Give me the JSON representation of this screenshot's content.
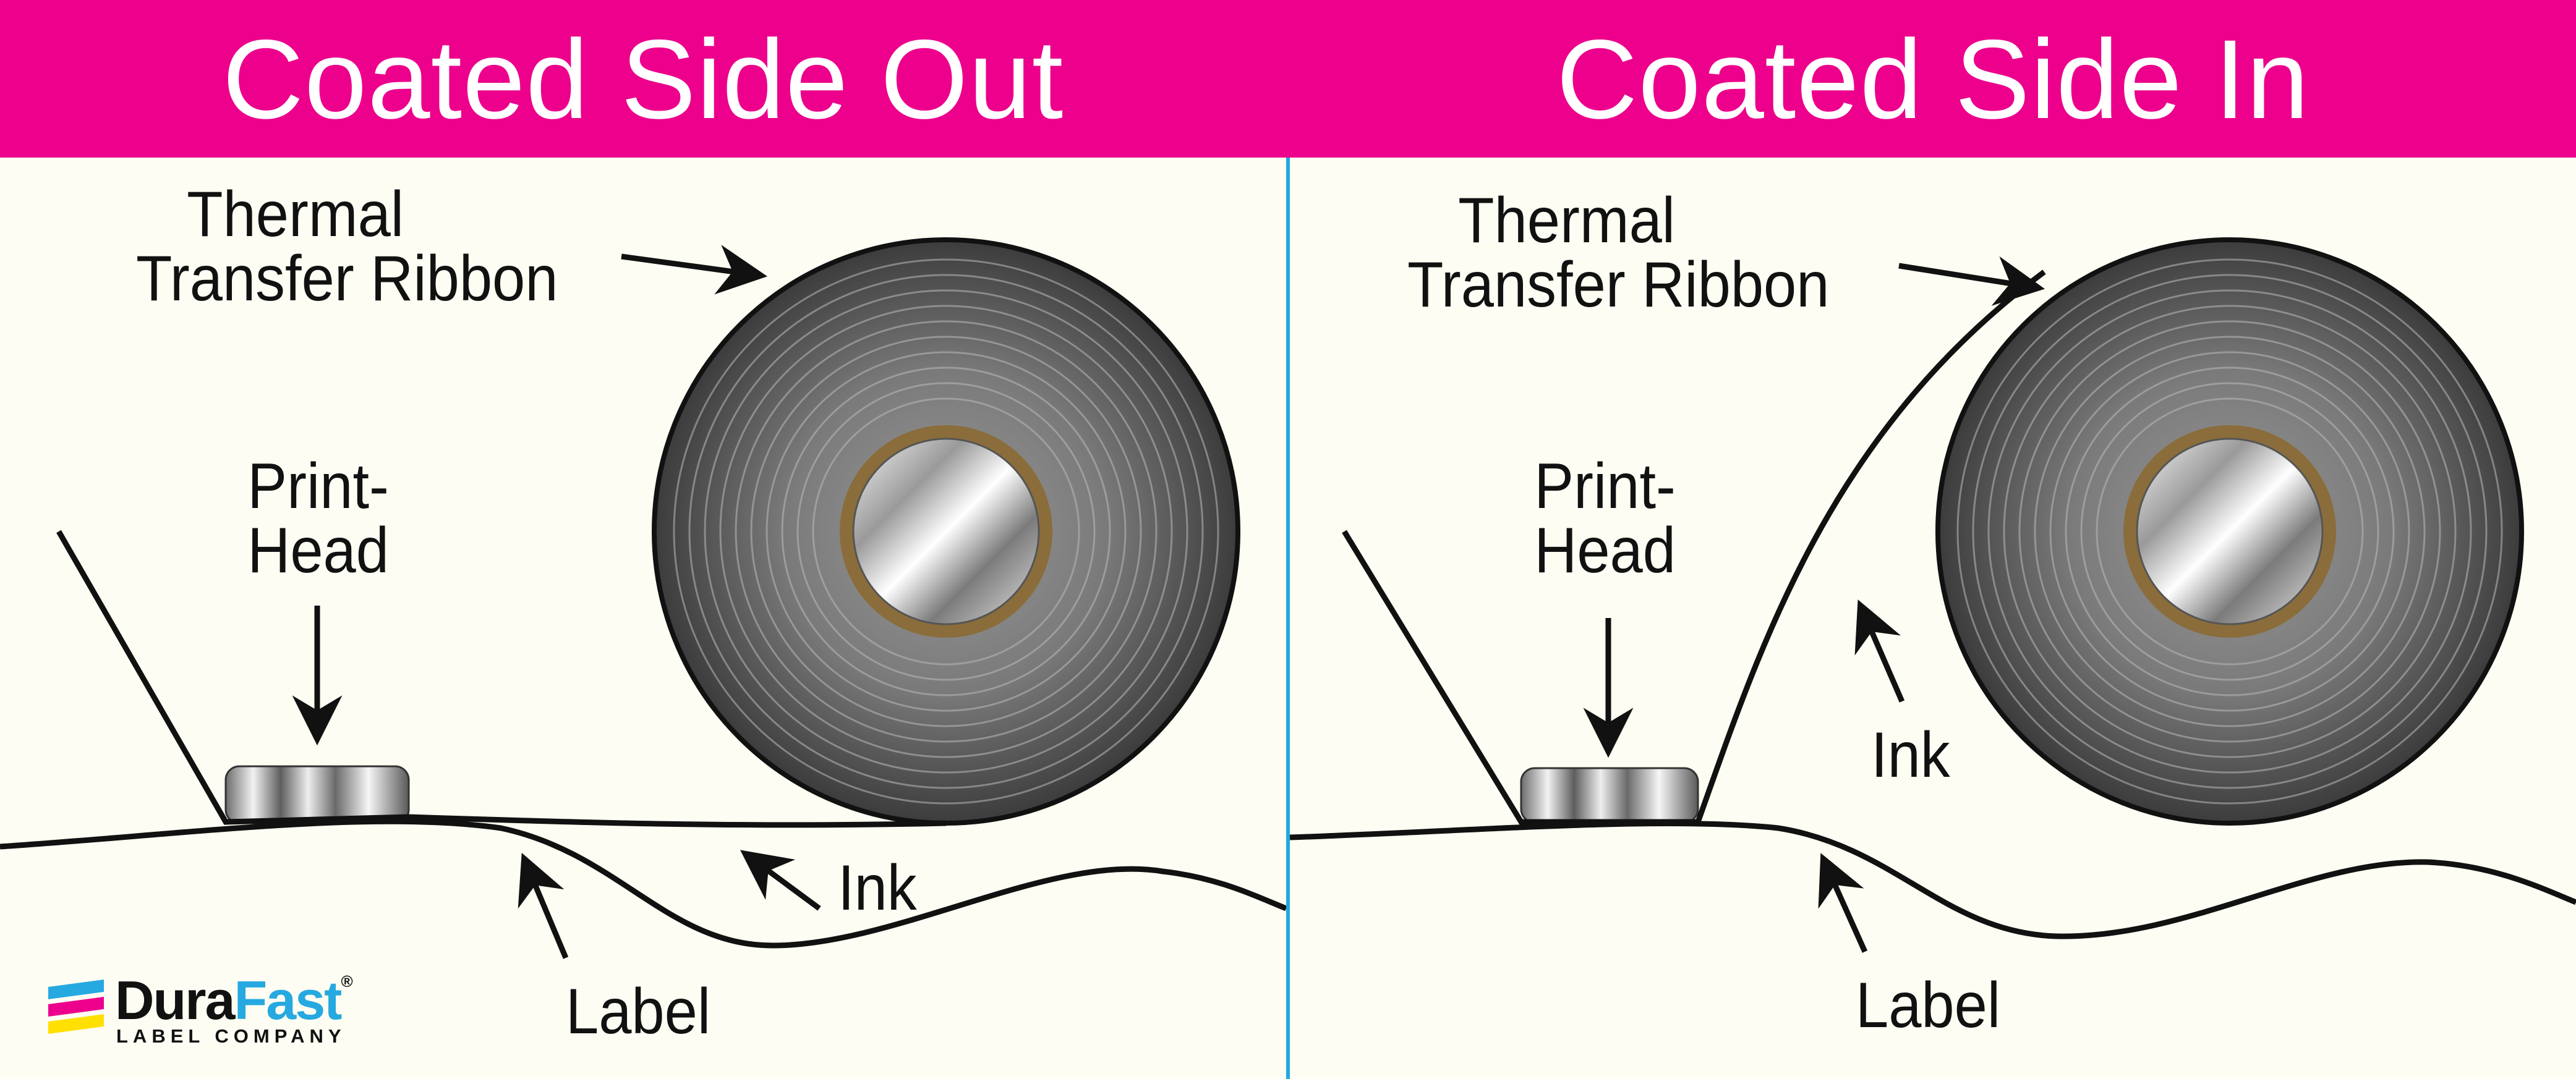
{
  "colors": {
    "banner": "#ec008c",
    "divider": "#22a7e0",
    "background": "#fdfdf3",
    "core_ring": "#8a6d3b"
  },
  "panels": [
    {
      "title": "Coated Side Out",
      "labels": {
        "ribbon_line1": "Thermal",
        "ribbon_line2": "Transfer Ribbon",
        "printhead_line1": "Print-",
        "printhead_line2": "Head",
        "ink": "Ink",
        "label": "Label"
      }
    },
    {
      "title": "Coated Side In",
      "labels": {
        "ribbon_line1": "Thermal",
        "ribbon_line2": "Transfer Ribbon",
        "printhead_line1": "Print-",
        "printhead_line2": "Head",
        "ink": "Ink",
        "label": "Label"
      }
    }
  ],
  "logo": {
    "brand_part1": "Dura",
    "brand_part2": "Fast",
    "registered": "®",
    "tagline": "LABEL COMPANY"
  }
}
